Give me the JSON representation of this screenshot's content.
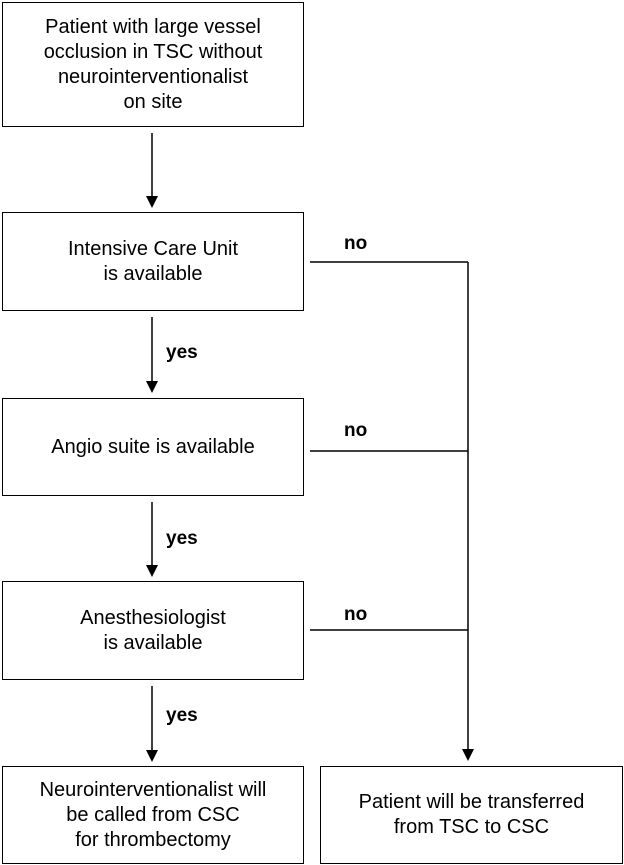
{
  "nodes": {
    "start": "Patient with large vessel\nocclusion in TSC without\nneurointerventionalist\non site",
    "icu": "Intensive Care Unit\nis available",
    "angio": "Angio suite is available",
    "anesth": "Anesthesiologist\nis available",
    "neuro": "Neurointerventionalist will\nbe called from CSC\nfor thrombectomy",
    "transfer": "Patient will be transferred\nfrom TSC to CSC"
  },
  "edges": {
    "yes_icu_angio": "yes",
    "yes_angio_anesth": "yes",
    "yes_anesth_neuro": "yes",
    "no_icu": "no",
    "no_angio": "no",
    "no_anesth": "no"
  }
}
